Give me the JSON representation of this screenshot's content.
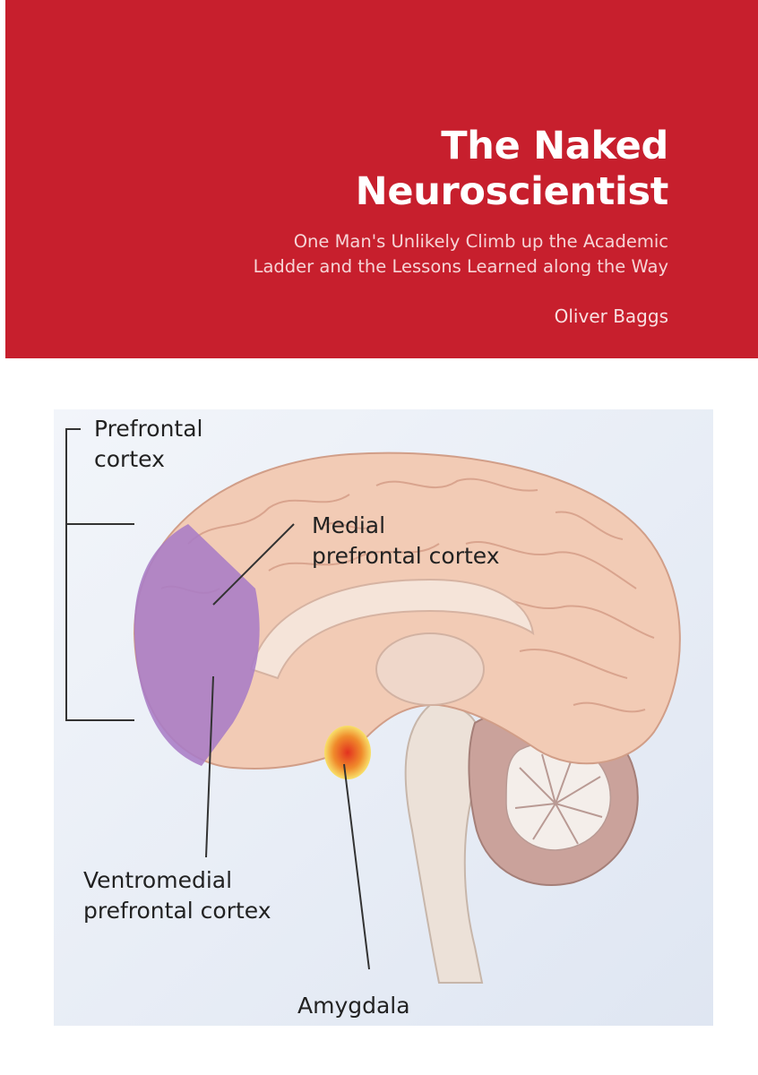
{
  "cover": {
    "title_line1": "The Naked",
    "title_line2": "Neuroscientist",
    "subtitle_line1": "One Man's Unlikely Climb up the Academic",
    "subtitle_line2": "Ladder and the Lessons Learned along the Way",
    "author": "Oliver Baggs"
  },
  "diagram": {
    "labels": {
      "prefrontal_1": "Prefrontal",
      "prefrontal_2": "cortex",
      "medial_1": "Medial",
      "medial_2": "prefrontal cortex",
      "ventro_1": "Ventromedial",
      "ventro_2": "prefrontal cortex",
      "amygdala": "Amygdala"
    }
  },
  "colors": {
    "banner": "#c71f2d",
    "brain": "#f2cbb5",
    "prefrontal_region": "#a87cc6",
    "amygdala": "#e84a2a"
  }
}
